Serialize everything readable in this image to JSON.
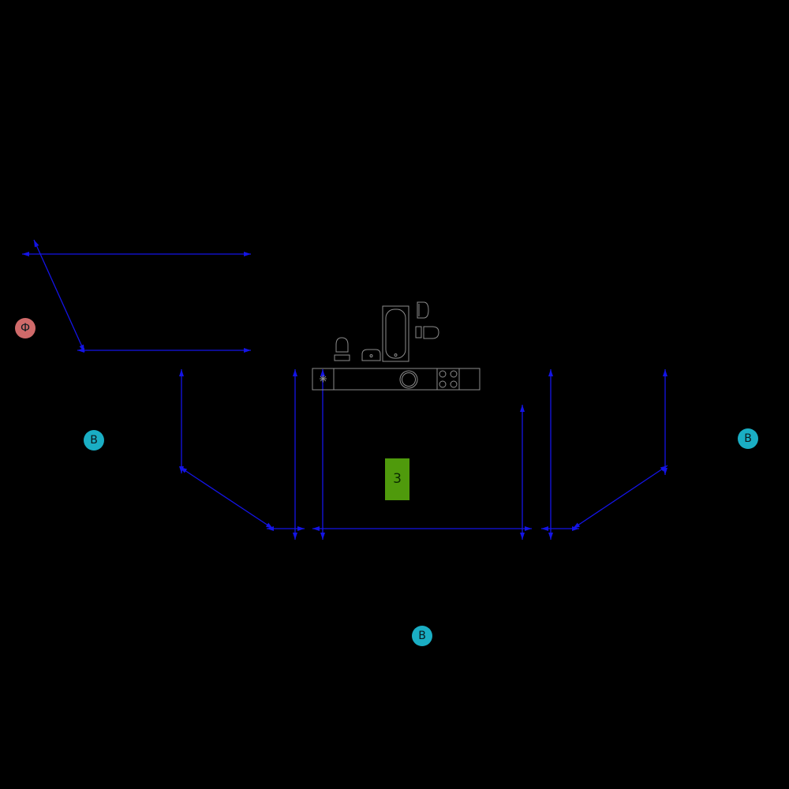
{
  "colors": {
    "background": "#000000",
    "dimension": "#1414e6",
    "fixture": "#8c8c8c",
    "marker_v": "#1aaec4",
    "marker_f": "#d06a6a",
    "room_tag": "#4f9a0c"
  },
  "markers": {
    "f": {
      "label": "Ф",
      "color": "#d06a6a"
    },
    "v_left": {
      "label": "В",
      "color": "#1aaec4"
    },
    "v_right": {
      "label": "В",
      "color": "#1aaec4"
    },
    "v_bottom": {
      "label": "В",
      "color": "#1aaec4"
    }
  },
  "room_tag": {
    "label": "3",
    "color": "#4f9a0c"
  },
  "icons": {
    "toilet": "toilet-icon",
    "sink": "sink-icon",
    "bathtub": "bathtub-icon",
    "bidet": "bidet-icon",
    "toilet_side": "toilet-side-icon",
    "counter": "kitchen-counter-icon",
    "washer": "washing-machine-icon",
    "cooktop": "cooktop-icon",
    "star": "asterisk-icon"
  }
}
